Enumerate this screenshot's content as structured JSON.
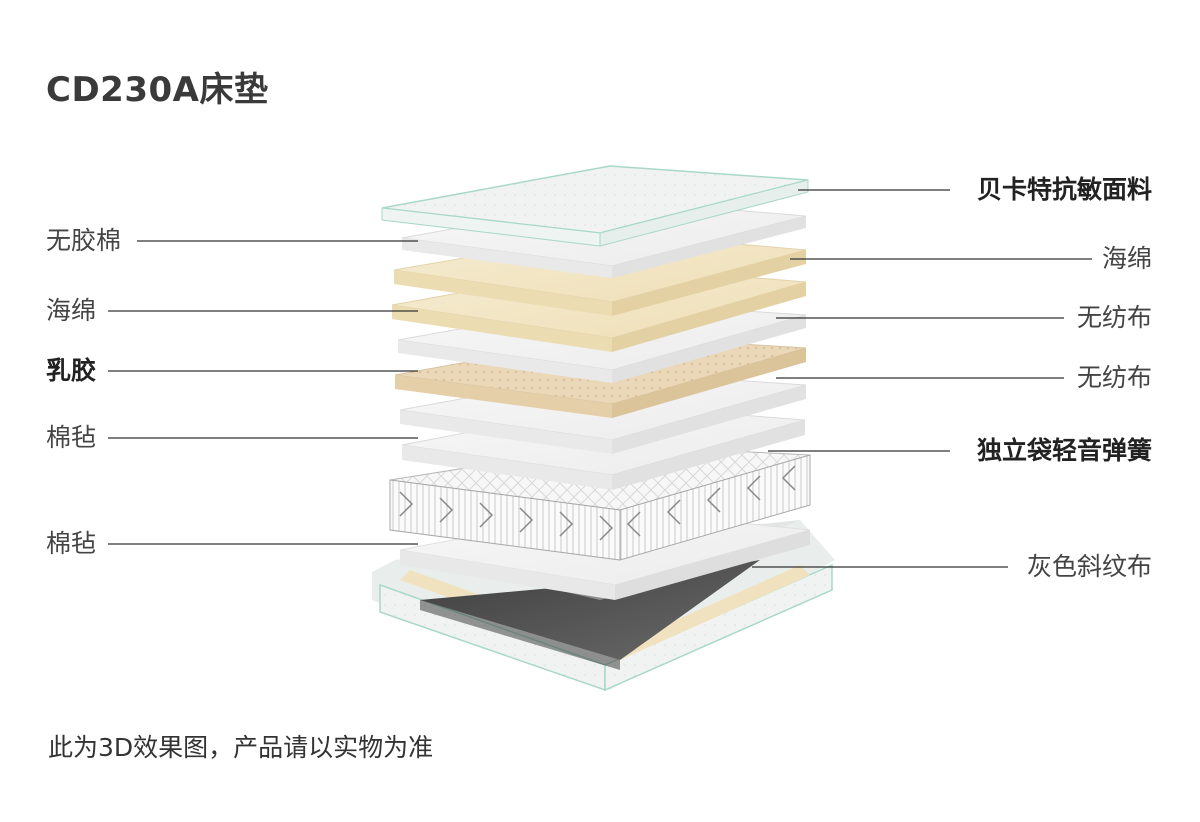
{
  "title": "CD230A床垫",
  "footnote": "此为3D效果图，产品请以实物为准",
  "left_labels": [
    {
      "text": "无胶棉",
      "emphasis": false
    },
    {
      "text": "海绵",
      "emphasis": false
    },
    {
      "text": "乳胶",
      "emphasis": true
    },
    {
      "text": "棉毡",
      "emphasis": false
    },
    {
      "text": "棉毡",
      "emphasis": false
    }
  ],
  "right_labels": [
    {
      "text": "贝卡特抗敏面料",
      "emphasis": true
    },
    {
      "text": "海绵",
      "emphasis": false
    },
    {
      "text": "无纺布",
      "emphasis": false
    },
    {
      "text": "无纺布",
      "emphasis": false
    },
    {
      "text": "独立袋轻音弹簧",
      "emphasis": true
    },
    {
      "text": "灰色斜纹布",
      "emphasis": false
    }
  ],
  "colors": {
    "fabric_top": "#f2f6f4",
    "fabric_edge": "#a8d8c8",
    "white_layer": "#f4f4f4",
    "sponge": "#f2e6c4",
    "latex": "#e8d4b4",
    "base_dark": "#555555",
    "leader_line": "#333333"
  }
}
